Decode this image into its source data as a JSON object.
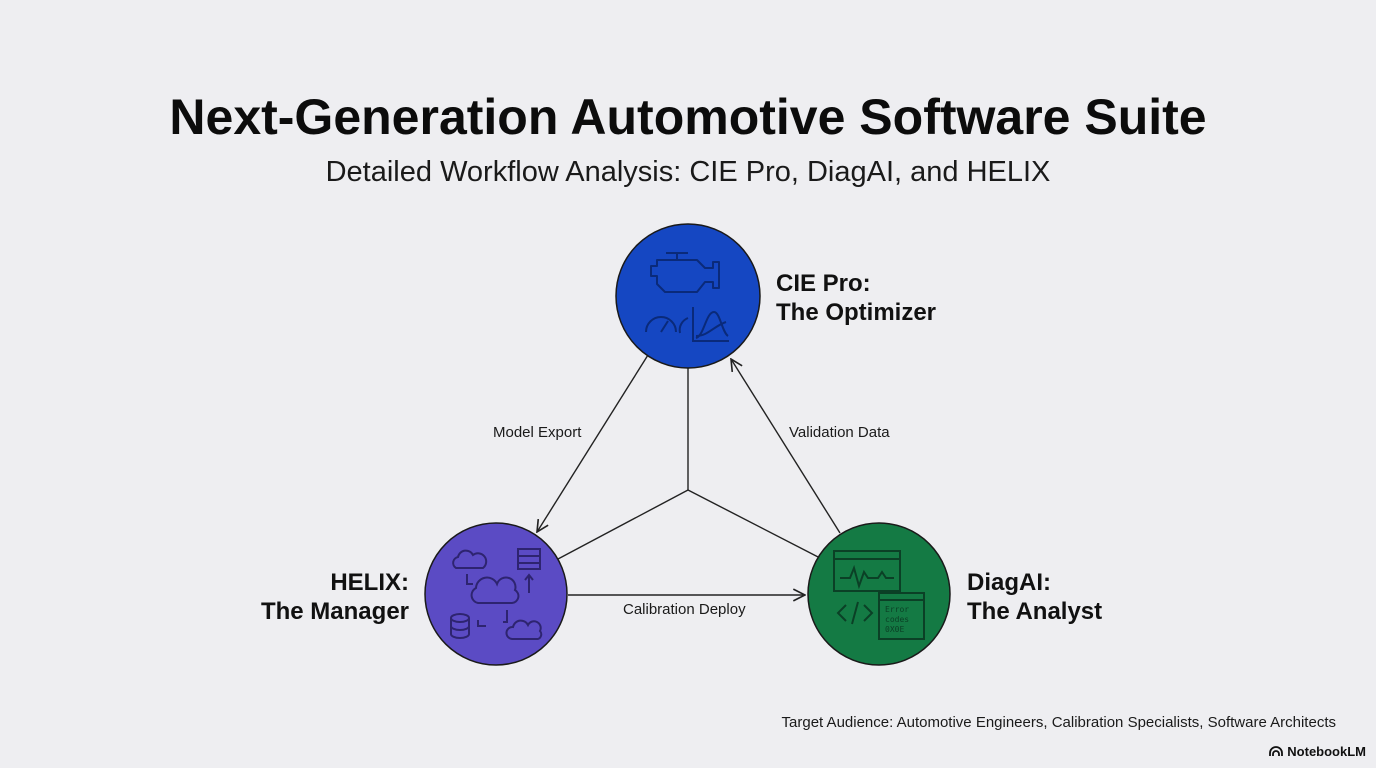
{
  "header": {
    "title": "Next-Generation Automotive Software Suite",
    "subtitle": "Detailed Workflow Analysis: CIE Pro, DiagAI, and HELIX"
  },
  "nodes": {
    "cie": {
      "line1": "CIE Pro:",
      "line2": "The Optimizer",
      "color": "#1547c2",
      "icons": [
        "engine-icon",
        "gauge-icon",
        "curve-chart-icon"
      ]
    },
    "helix": {
      "line1": "HELIX:",
      "line2": "The Manager",
      "color": "#5b4bc4",
      "icons": [
        "cloud-icon",
        "server-icon",
        "database-icon"
      ]
    },
    "diag": {
      "line1": "DiagAI:",
      "line2": "The Analyst",
      "color": "#147a44",
      "icons": [
        "waveform-window-icon",
        "code-icon",
        "error-codes-icon"
      ],
      "error_text": [
        "Error",
        "codes",
        "0X0E"
      ]
    }
  },
  "edges": {
    "model_export": "Model Export",
    "validation_data": "Validation Data",
    "calibration_deploy": "Calibration Deploy"
  },
  "footer": {
    "audience": "Target Audience: Automotive Engineers, Calibration Specialists, Software Architects",
    "brand": "NotebookLM"
  }
}
